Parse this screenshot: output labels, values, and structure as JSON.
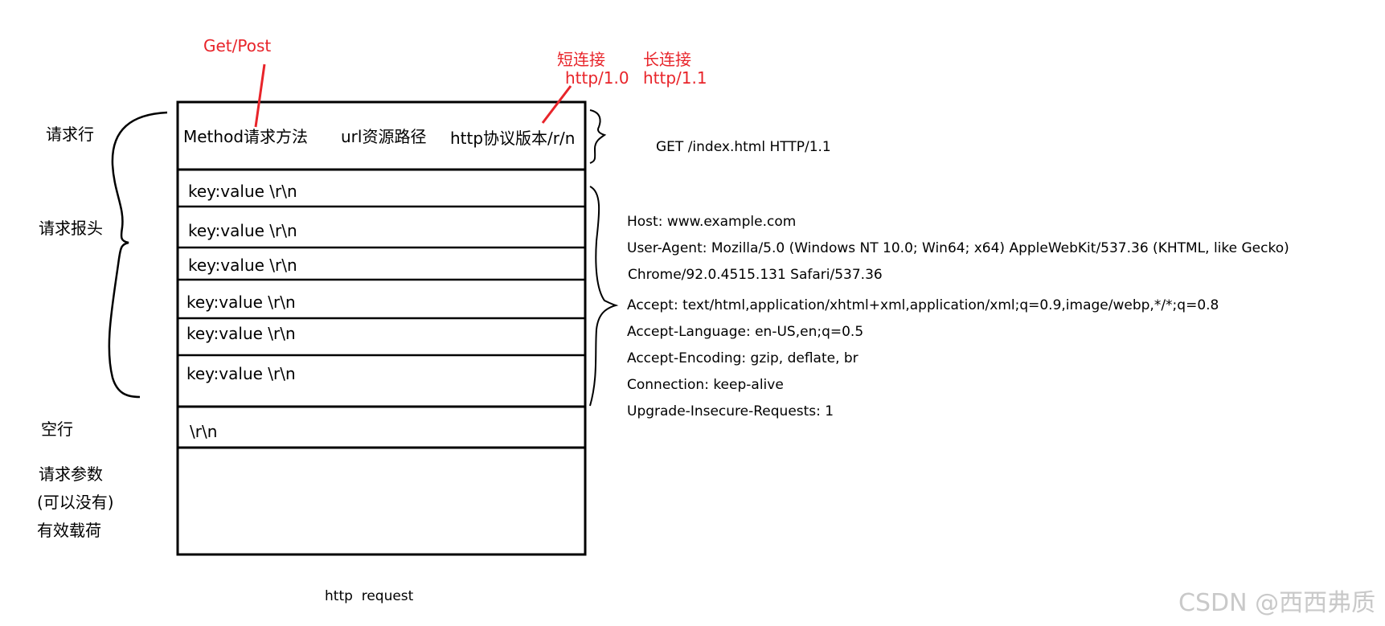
{
  "annotations": {
    "method_values": "Get/Post",
    "short_connection": "短连接",
    "long_connection": "长连接",
    "http_1_0": "http/1.0",
    "http_1_1": "http/1.1"
  },
  "section_labels": {
    "request_line": "请求行",
    "request_headers": "请求报头",
    "blank_line": "空行",
    "request_body_line1": "请求参数",
    "request_body_line2": "(可以没有)",
    "request_body_line3": "有效载荷"
  },
  "request_line": {
    "method": "Method请求方法",
    "url": "url资源路径",
    "version": "http协议版本/r/n"
  },
  "header_rows": [
    "key:value \\r\\n",
    "key:value \\r\\n",
    "key:value \\r\\n",
    "key:value \\r\\n",
    "key:value \\r\\n",
    "key:value \\r\\n"
  ],
  "blank_row": "\\r\\n",
  "example_request_line": "GET /index.html HTTP/1.1",
  "example_headers": [
    "Host: www.example.com",
    "User-Agent: Mozilla/5.0 (Windows NT 10.0; Win64; x64) AppleWebKit/537.36 (KHTML, like Gecko)",
    "Chrome/92.0.4515.131 Safari/537.36",
    "Accept: text/html,application/xhtml+xml,application/xml;q=0.9,image/webp,*/*;q=0.8",
    "Accept-Language: en-US,en;q=0.5",
    "Accept-Encoding: gzip, deflate, br",
    "Connection: keep-alive",
    "Upgrade-Insecure-Requests: 1"
  ],
  "caption": "http  request",
  "watermark": "CSDN @西西弗质",
  "colors": {
    "annotation_red": "#e8242a",
    "line": "#000000",
    "watermark": "#c9c9c9"
  }
}
